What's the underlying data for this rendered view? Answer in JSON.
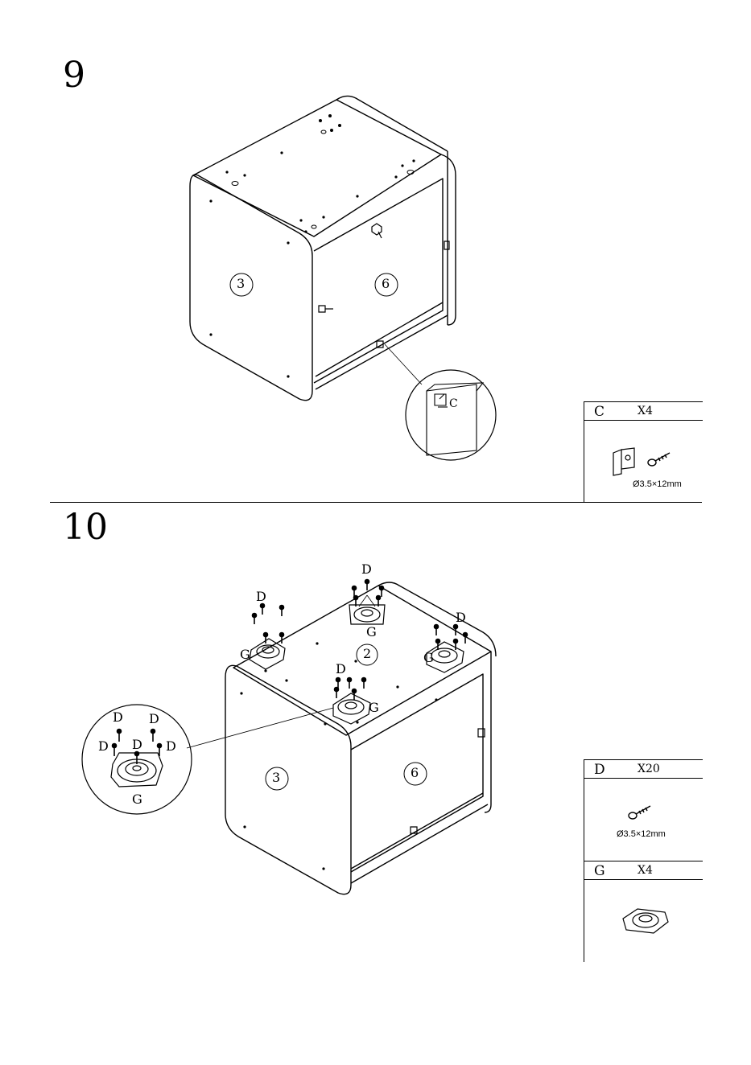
{
  "steps": [
    {
      "number": "9",
      "panel_labels": {
        "side": "3",
        "back": "6"
      },
      "detail_label": "C",
      "parts": [
        {
          "letter": "C",
          "quantity": "X4",
          "spec": "Ø3.5×12mm",
          "icons": [
            "corner-bracket-icon",
            "screw-icon"
          ]
        }
      ]
    },
    {
      "number": "10",
      "panel_labels": {
        "top": "2",
        "side": "3",
        "back": "6"
      },
      "callouts": {
        "screw": "D",
        "plate": "G"
      },
      "parts": [
        {
          "letter": "D",
          "quantity": "X20",
          "spec": "Ø3.5×12mm",
          "icons": [
            "screw-icon"
          ]
        },
        {
          "letter": "G",
          "quantity": "X4",
          "spec": "",
          "icons": [
            "caster-plate-icon"
          ]
        }
      ]
    }
  ]
}
